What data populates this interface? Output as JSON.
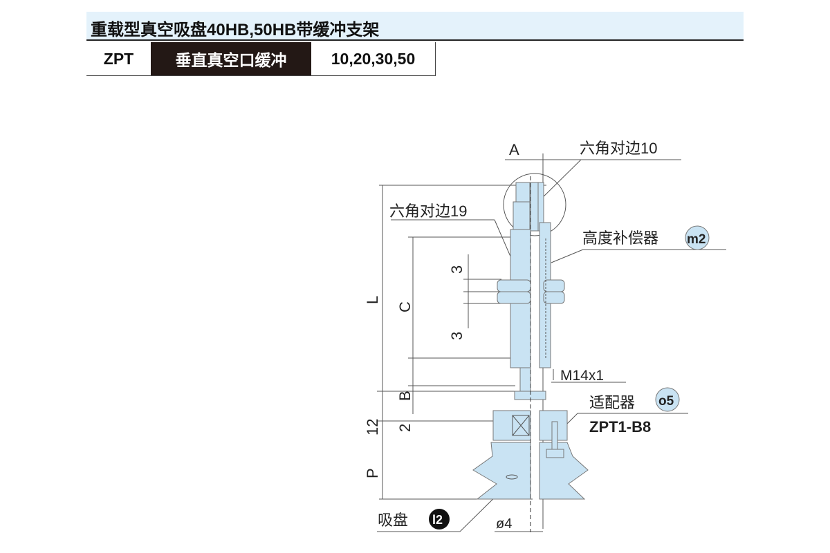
{
  "header": {
    "title": "重载型真空吸盘40HB,50HB带缓冲支架"
  },
  "spec": {
    "series": "ZPT",
    "type": "垂直真空口缓冲",
    "sizes": "10,20,30,50"
  },
  "drawing": {
    "dim_A": "A",
    "dim_L": "L",
    "dim_C": "C",
    "dim_B": "B",
    "dim_12": "12",
    "dim_2": "2",
    "dim_P": "P",
    "dim_3_top": "3",
    "dim_3_bottom": "3",
    "dim_phi4": "ø4",
    "hex10": "六角对边10",
    "hex19": "六角对边19",
    "compensator": "高度补偿器",
    "compensator_badge": "m2",
    "thread": "M14x1",
    "adapter": "适配器",
    "adapter_badge": "o5",
    "adapter_model": "ZPT1-B8",
    "cup": "吸盘",
    "cup_badge": "l2",
    "fill_color": "#c9e3f3"
  }
}
